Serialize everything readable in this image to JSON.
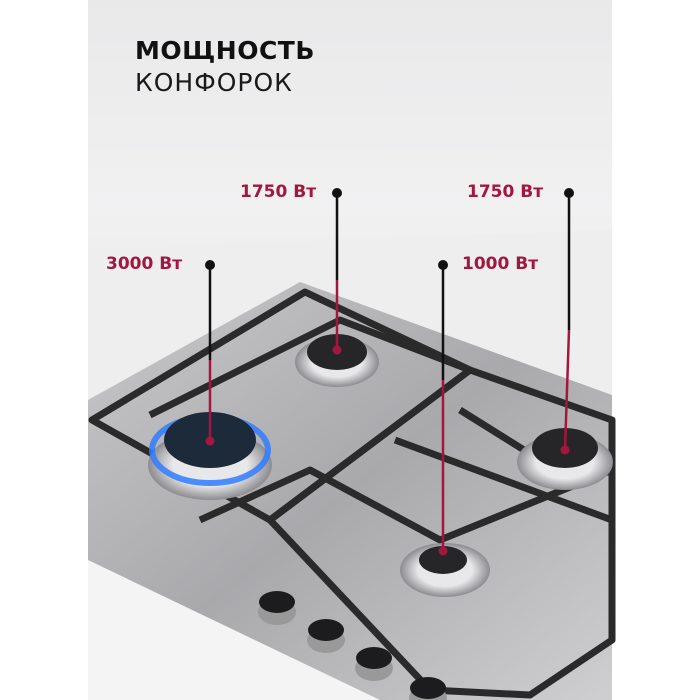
{
  "title": {
    "line1": "МОЩНОСТЬ",
    "line2": "КОНФОРОК"
  },
  "burners": [
    {
      "label": "1750 Вт",
      "position": "rear-left"
    },
    {
      "label": "1750 Вт",
      "position": "right"
    },
    {
      "label": "3000 Вт",
      "position": "front-left"
    },
    {
      "label": "1000 Вт",
      "position": "front-right"
    }
  ],
  "colors": {
    "accent": "#a3173f",
    "pointer": "#111111",
    "flame": "#2f7dff"
  }
}
